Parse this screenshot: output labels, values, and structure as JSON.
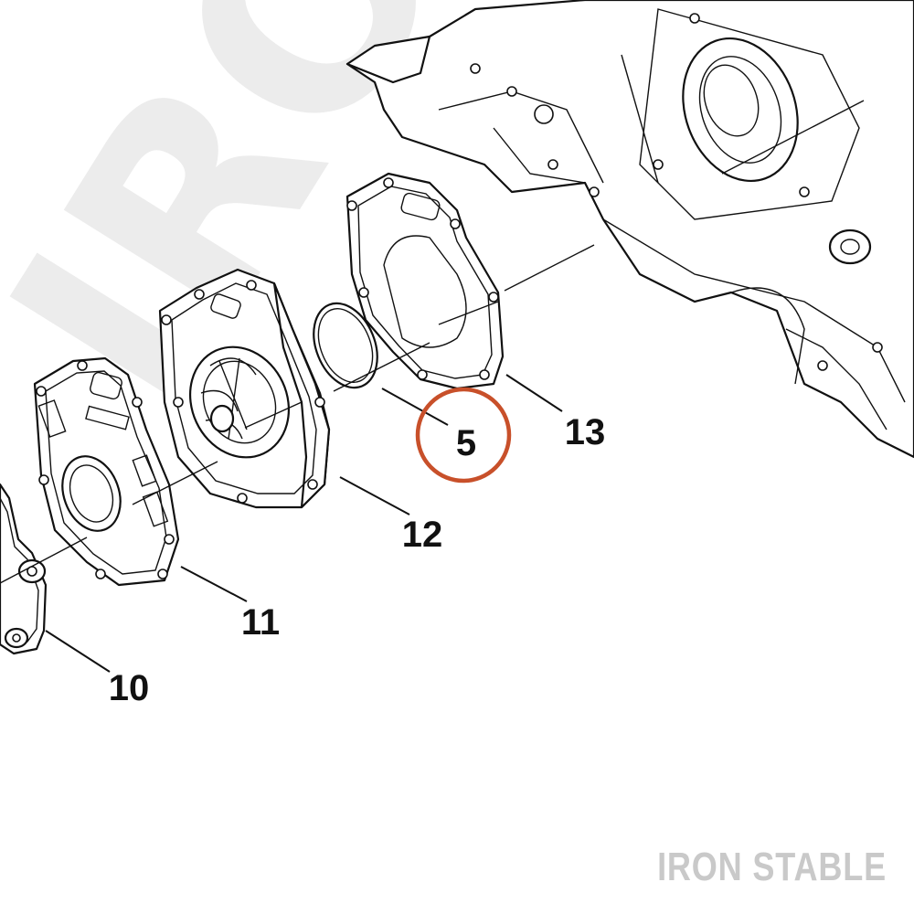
{
  "diagram": {
    "callouts": [
      {
        "id": "10",
        "label": "10"
      },
      {
        "id": "11",
        "label": "11"
      },
      {
        "id": "12",
        "label": "12"
      },
      {
        "id": "5",
        "label": "5",
        "highlighted": true
      },
      {
        "id": "13",
        "label": "13"
      }
    ],
    "highlight_color": "#c8502a"
  },
  "watermark": {
    "background_text": "IRON",
    "brand_text": "IRON STABLE"
  }
}
